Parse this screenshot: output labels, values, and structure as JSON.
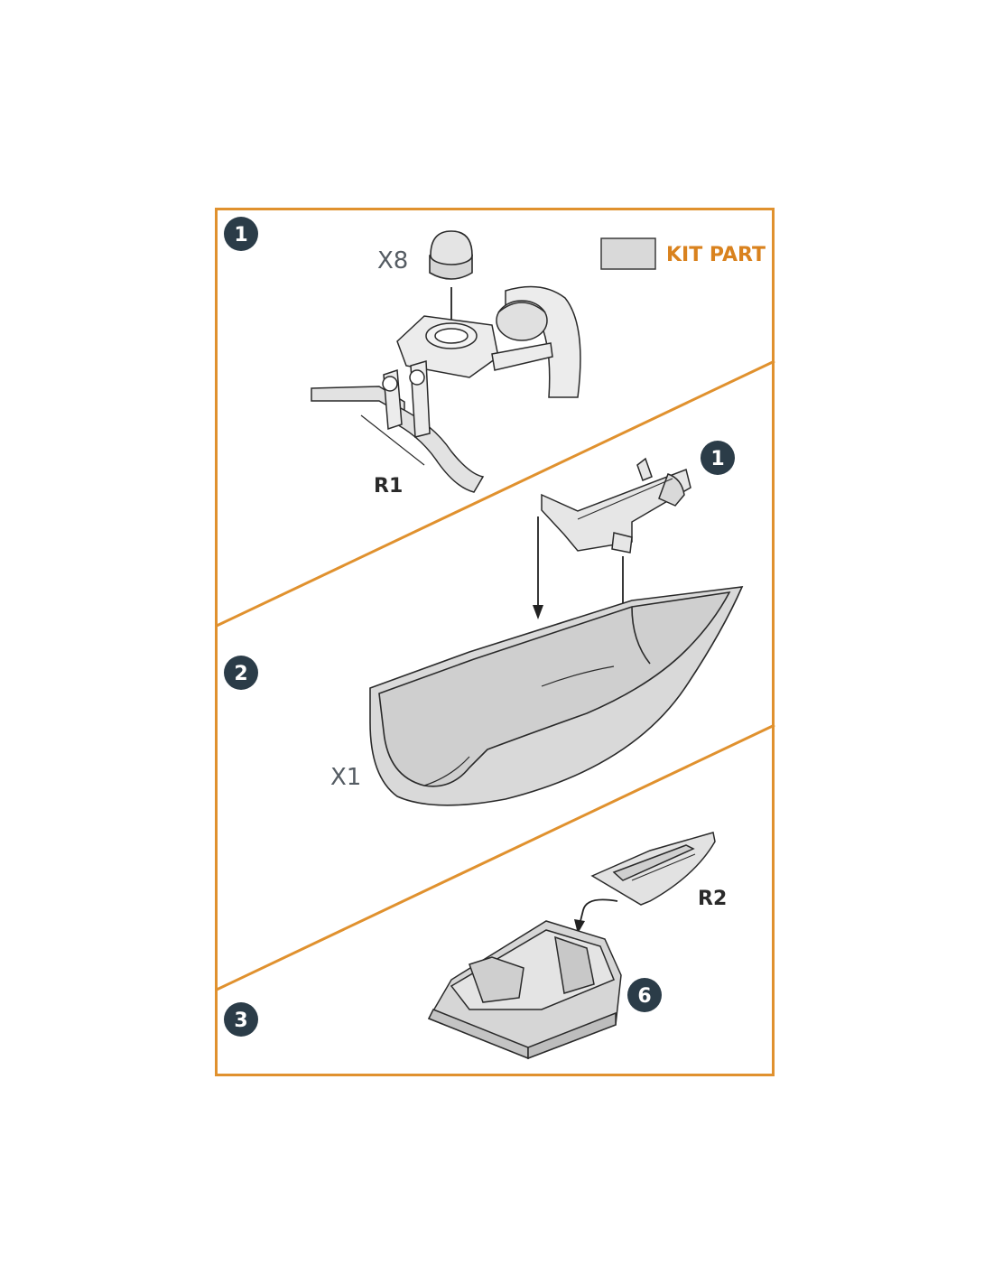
{
  "legend": {
    "swatch_color": "#d9d9d9",
    "label": "KIT PART",
    "label_color": "#d9821e"
  },
  "frame_color": "#e0912e",
  "badge_color": "#2b3c48",
  "steps": [
    {
      "number": "1"
    },
    {
      "number": "2"
    },
    {
      "number": "3"
    }
  ],
  "step1": {
    "quantity": "X8",
    "part_label": "R1"
  },
  "step2": {
    "ref_badge": "1",
    "quantity": "X1"
  },
  "step3": {
    "part_label": "R2",
    "ref_badge": "6"
  }
}
